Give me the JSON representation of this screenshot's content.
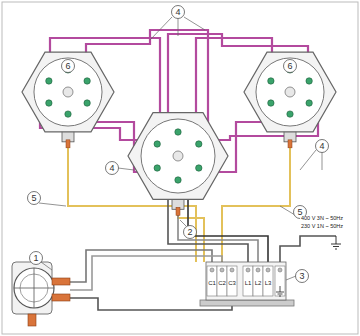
{
  "diagram": {
    "labels": [
      "4",
      "6",
      "6",
      "4",
      "4",
      "5",
      "5",
      "2",
      "1",
      "3",
      "C1",
      "C2",
      "C3",
      "L1",
      "L2",
      "L3",
      "400 V 3N ~ 50Hz",
      "230 V 1N ~ 50Hz"
    ]
  }
}
